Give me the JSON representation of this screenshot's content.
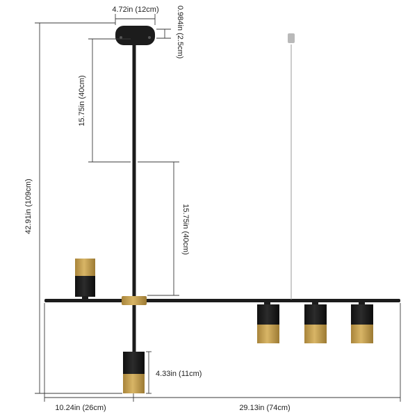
{
  "dimensions": {
    "canopy_width": "4.72in (12cm)",
    "canopy_height": "0.984in (2.5cm)",
    "rod_upper": "15.75in (40cm)",
    "rod_lower": "15.75in (40cm)",
    "total_height": "42.91in (109cm)",
    "shade_height": "4.33in (11cm)",
    "left_length": "10.24in (26cm)",
    "right_length": "29.13in (74cm)"
  },
  "colors": {
    "fixture": "#1c1c1c",
    "brass": "#c6a050",
    "dimension_line": "#3a3a3a",
    "text": "#222222",
    "background": "#ffffff"
  }
}
